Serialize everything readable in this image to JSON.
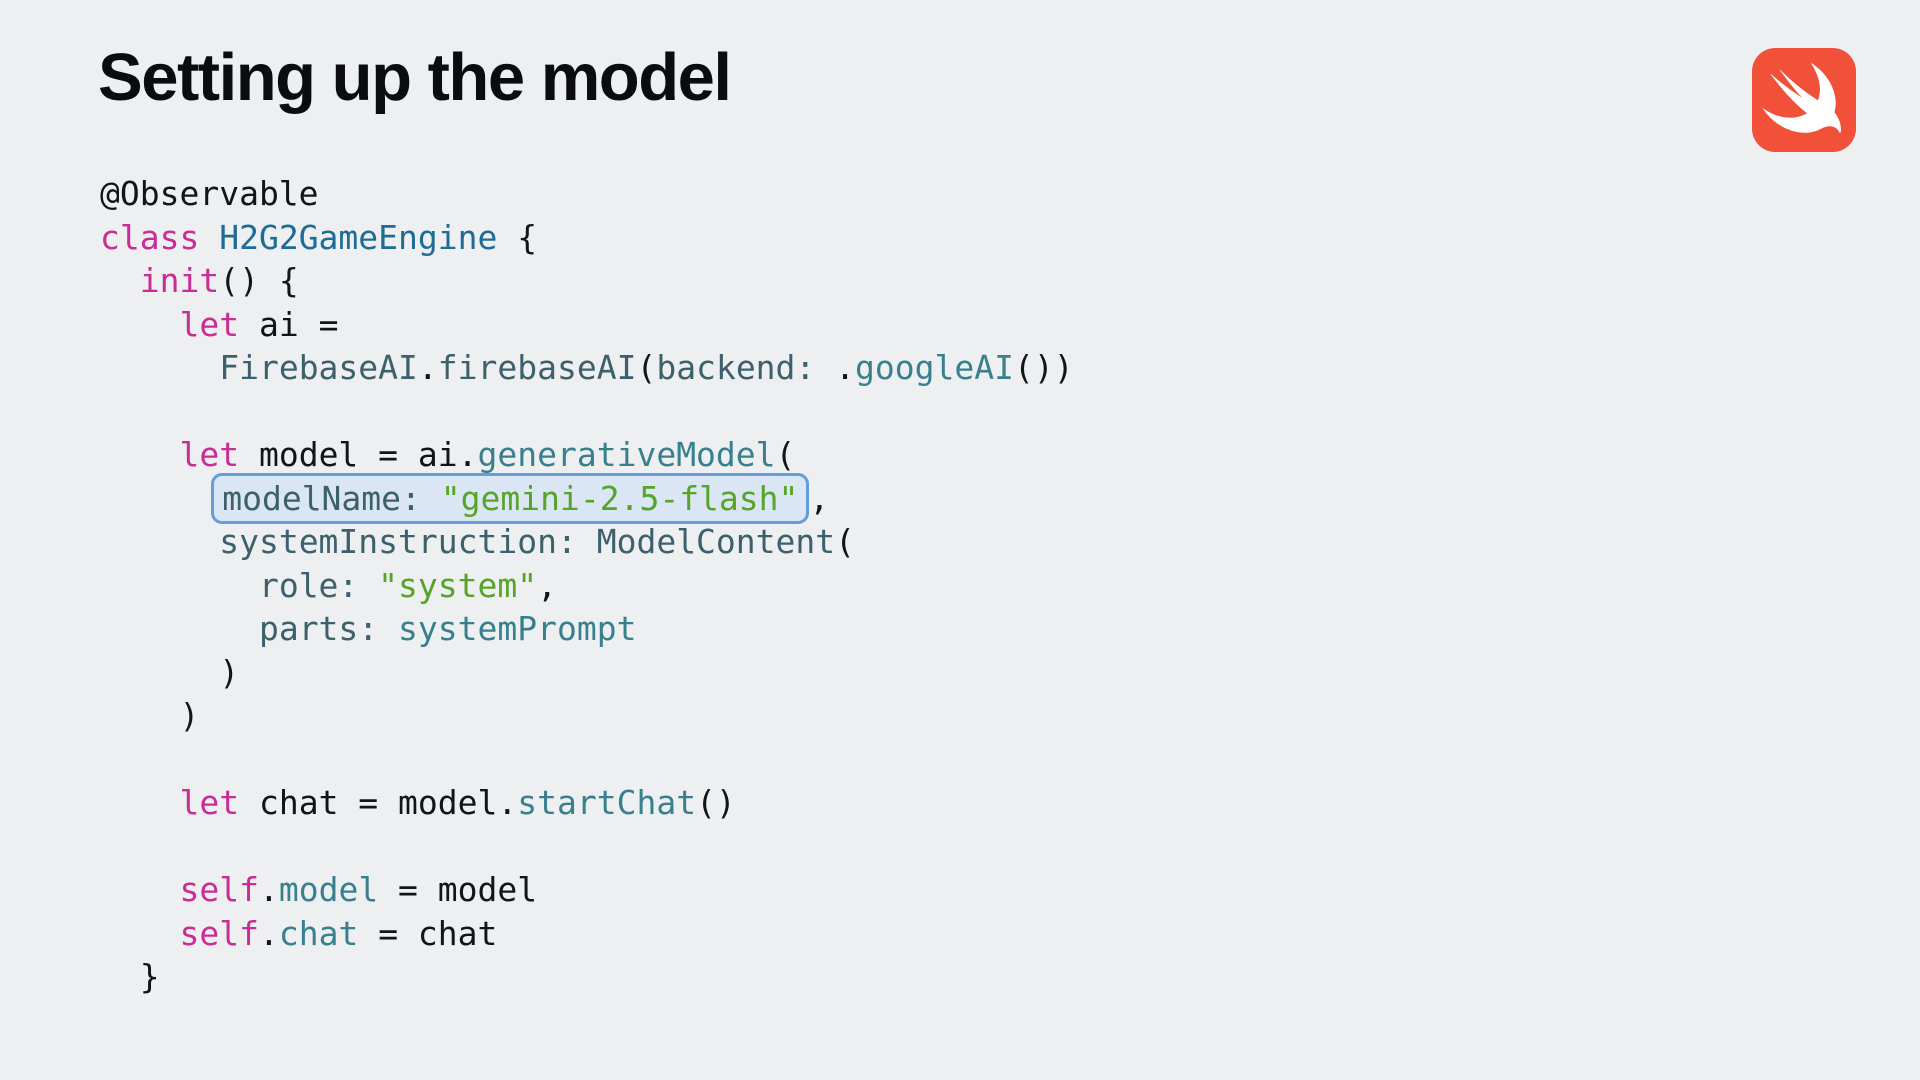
{
  "title": "Setting up the model",
  "colors": {
    "background": "#EDEFF1",
    "plain": "#121417",
    "keyword": "#C92C94",
    "type_name": "#3C606C",
    "method": "#38808D",
    "string": "#56A428",
    "class_decl": "#1E6C96",
    "highlight_fill": "#DAE6F4",
    "highlight_border": "#639ED9",
    "swift_logo_orange": "#F05138",
    "swift_bird_white": "#FFFFFF"
  },
  "logo": {
    "name": "swift-logo"
  },
  "code": {
    "language": "swift",
    "highlighted_snippet": "modelName: \"gemini-2.5-flash\"",
    "lines": [
      [
        {
          "t": "@Observable",
          "s": "plain"
        }
      ],
      [
        {
          "t": "class",
          "s": "keyword"
        },
        {
          "t": " ",
          "s": "plain"
        },
        {
          "t": "H2G2GameEngine",
          "s": "classdecl"
        },
        {
          "t": " {",
          "s": "plain"
        }
      ],
      [
        {
          "t": "  ",
          "s": "plain"
        },
        {
          "t": "init",
          "s": "keyword"
        },
        {
          "t": "() {",
          "s": "plain"
        }
      ],
      [
        {
          "t": "    ",
          "s": "plain"
        },
        {
          "t": "let",
          "s": "keyword"
        },
        {
          "t": " ai =",
          "s": "plain"
        }
      ],
      [
        {
          "t": "      ",
          "s": "plain"
        },
        {
          "t": "FirebaseAI",
          "s": "type"
        },
        {
          "t": ".",
          "s": "plain"
        },
        {
          "t": "firebaseAI",
          "s": "type"
        },
        {
          "t": "(",
          "s": "plain"
        },
        {
          "t": "backend:",
          "s": "type"
        },
        {
          "t": " .",
          "s": "plain"
        },
        {
          "t": "googleAI",
          "s": "method"
        },
        {
          "t": "())",
          "s": "plain"
        }
      ],
      [],
      [
        {
          "t": "    ",
          "s": "plain"
        },
        {
          "t": "let",
          "s": "keyword"
        },
        {
          "t": " model = ai.",
          "s": "plain"
        },
        {
          "t": "generativeModel",
          "s": "method"
        },
        {
          "t": "(",
          "s": "plain"
        }
      ],
      [
        {
          "t": "      ",
          "s": "plain"
        },
        {
          "box": [
            {
              "t": "modelName:",
              "s": "type"
            },
            {
              "t": " ",
              "s": "plain"
            },
            {
              "t": "\"gemini-2.5-flash\"",
              "s": "string"
            }
          ]
        },
        {
          "t": ",",
          "s": "plain"
        }
      ],
      [
        {
          "t": "      ",
          "s": "plain"
        },
        {
          "t": "systemInstruction:",
          "s": "type"
        },
        {
          "t": " ",
          "s": "plain"
        },
        {
          "t": "ModelContent",
          "s": "type"
        },
        {
          "t": "(",
          "s": "plain"
        }
      ],
      [
        {
          "t": "        ",
          "s": "plain"
        },
        {
          "t": "role:",
          "s": "type"
        },
        {
          "t": " ",
          "s": "plain"
        },
        {
          "t": "\"system\"",
          "s": "string"
        },
        {
          "t": ",",
          "s": "plain"
        }
      ],
      [
        {
          "t": "        ",
          "s": "plain"
        },
        {
          "t": "parts:",
          "s": "type"
        },
        {
          "t": " ",
          "s": "plain"
        },
        {
          "t": "systemPrompt",
          "s": "method"
        }
      ],
      [
        {
          "t": "      )",
          "s": "plain"
        }
      ],
      [
        {
          "t": "    )",
          "s": "plain"
        }
      ],
      [],
      [
        {
          "t": "    ",
          "s": "plain"
        },
        {
          "t": "let",
          "s": "keyword"
        },
        {
          "t": " chat = model.",
          "s": "plain"
        },
        {
          "t": "startChat",
          "s": "method"
        },
        {
          "t": "()",
          "s": "plain"
        }
      ],
      [],
      [
        {
          "t": "    ",
          "s": "plain"
        },
        {
          "t": "self",
          "s": "keyword"
        },
        {
          "t": ".",
          "s": "plain"
        },
        {
          "t": "model",
          "s": "method"
        },
        {
          "t": " = model",
          "s": "plain"
        }
      ],
      [
        {
          "t": "    ",
          "s": "plain"
        },
        {
          "t": "self",
          "s": "keyword"
        },
        {
          "t": ".",
          "s": "plain"
        },
        {
          "t": "chat",
          "s": "method"
        },
        {
          "t": " = chat",
          "s": "plain"
        }
      ],
      [
        {
          "t": "  }",
          "s": "plain"
        }
      ]
    ]
  }
}
